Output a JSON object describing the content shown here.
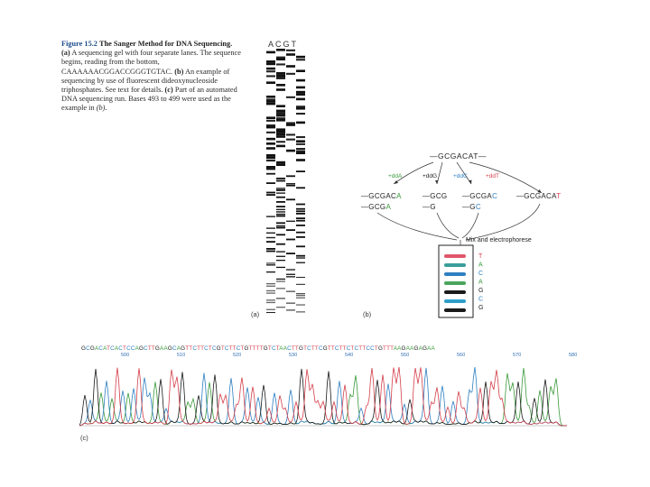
{
  "caption": {
    "title": "Figure 15.2",
    "heading": "The Sanger Method for DNA Sequencing.",
    "part_a_label": "(a)",
    "part_a_text": "A sequencing gel with four separate lanes. The sequence begins, reading from the bottom, CAAAAAACGGACCGGGTGTAC.",
    "part_b_label": "(b)",
    "part_b_text": "An example of sequencing by use of fluorescent dideoxynucleoside triphosphates. See text for details.",
    "part_c_label": "(c)",
    "part_c_text": "Part of an automated DNA sequencing run. Bases 493 to 499 were used as the example in",
    "part_c_ref": "(b)",
    "part_c_end": "."
  },
  "gel": {
    "lanes": "ACGT",
    "panel_label": "(a)"
  },
  "scheme": {
    "template": "—GCGACAT—",
    "reagents": [
      {
        "label": "+ddA",
        "color": "#3a9a3a"
      },
      {
        "label": "+ddG",
        "color": "#222222"
      },
      {
        "label": "+ddC",
        "color": "#2e7fc1"
      },
      {
        "label": "+ddT",
        "color": "#d43f4a"
      }
    ],
    "products": [
      {
        "long_prefix": "—GCGAC",
        "long_end": "A",
        "short_prefix": "—GCG",
        "short_end": "A",
        "color": "#3a9a3a"
      },
      {
        "long_prefix": "—GC",
        "long_end": "G",
        "short_prefix": "—",
        "short_end": "G",
        "color": "#222222"
      },
      {
        "long_prefix": "—GCGA",
        "long_end": "C",
        "short_prefix": "—G",
        "short_end": "C",
        "color": "#2e7fc1"
      },
      {
        "long_prefix": "—GCGACA",
        "long_end": "T",
        "short_prefix": "",
        "short_end": "",
        "color": "#d43f4a"
      }
    ],
    "mix_label": "Mix and electrophorese",
    "read_bases": [
      "T",
      "A",
      "C",
      "A",
      "G",
      "C",
      "G"
    ],
    "band_colors": [
      "#e0566a",
      "#3a9e9b",
      "#2e7fc1",
      "#4aa55c",
      "#1a1a1a",
      "#2e9ec9",
      "#1a1a1a"
    ],
    "base_colors": [
      "#d43f4a",
      "#3a9a3a",
      "#2e7fc1",
      "#3a9a3a",
      "#222222",
      "#2e7fc1",
      "#222222"
    ],
    "panel_label": "(b)"
  },
  "trace": {
    "sequence": "GCGACATCACTCCAGCTTGAAGCAGTTCTTCTCGTCTTCTGTTTTGTCTAACTTGTCTTCGTTCTTCTCTTCCTGTTTAAGAAGAGAA",
    "positions": [
      "500",
      "510",
      "520",
      "530",
      "540",
      "550",
      "560",
      "570",
      "580"
    ],
    "panel_label": "(c)",
    "colors": {
      "A": "#3a9a3a",
      "C": "#2e7fc1",
      "G": "#1a1a1a",
      "T": "#d43f4a"
    }
  }
}
